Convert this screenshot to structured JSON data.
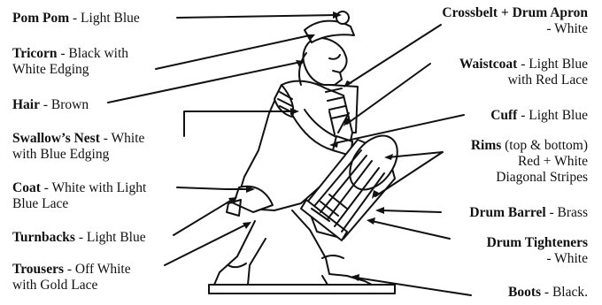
{
  "labels": {
    "pompom": {
      "name": "Pom Pom",
      "rest": " - Light Blue"
    },
    "tricorn": {
      "name": "Tricorn",
      "rest": " - Black with",
      "line2": "White Edging"
    },
    "hair": {
      "name": "Hair",
      "rest": " - Brown"
    },
    "swallow": {
      "name": "Swallow’s Nest",
      "rest": " - White",
      "line2": "with Blue Edging"
    },
    "coat": {
      "name": "Coat",
      "rest": " - White with Light",
      "line2": "Blue Lace"
    },
    "turnbacks": {
      "name": "Turnbacks",
      "rest": " - Light Blue"
    },
    "trousers": {
      "name": "Trousers",
      "rest": " - Off White",
      "line2": "with Gold Lace"
    },
    "crossbelt": {
      "name": "Crossbelt + Drum Apron",
      "line2": "- White"
    },
    "waistcoat": {
      "name": "Waistcoat",
      "rest": " - Light Blue",
      "line2": "with Red Lace"
    },
    "cuff": {
      "name": "Cuff",
      "rest": " - Light Blue"
    },
    "rims": {
      "name": "Rims",
      "rest": " (top & bottom)",
      "line2": "Red + White",
      "line3": "Diagonal Stripes"
    },
    "barrel": {
      "name": "Drum Barrel",
      "rest": " - Brass"
    },
    "tighteners": {
      "name": "Drum Tighteners",
      "line2": "- White"
    },
    "boots": {
      "name": "Boots",
      "rest": " - Black."
    }
  },
  "colors": {
    "ink": "#111111",
    "background": "#ffffff"
  }
}
